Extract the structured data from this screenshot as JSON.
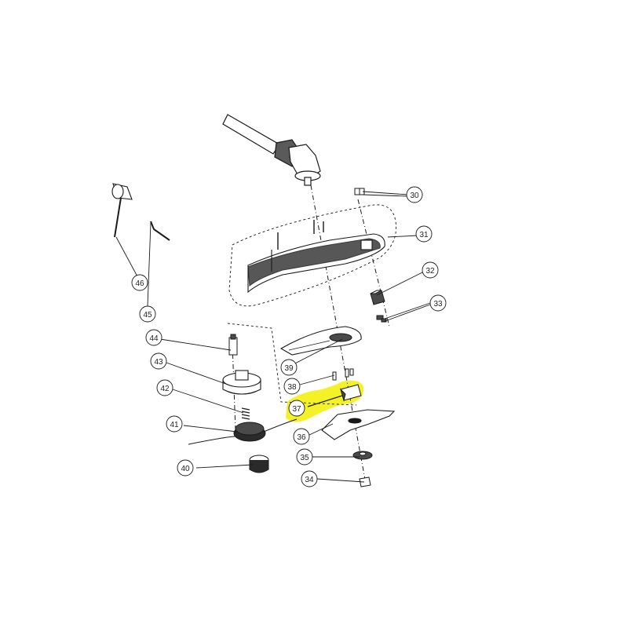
{
  "colors": {
    "line": "#1a1a1a",
    "part_fill": "#ffffff",
    "part_shade": "#4a4a4a",
    "highlight": "#f2f000"
  },
  "highlighted_part": "37",
  "callouts": [
    {
      "id": "callout-30",
      "label": "30"
    },
    {
      "id": "callout-31",
      "label": "31"
    },
    {
      "id": "callout-32",
      "label": "32"
    },
    {
      "id": "callout-33",
      "label": "33"
    },
    {
      "id": "callout-34",
      "label": "34"
    },
    {
      "id": "callout-35",
      "label": "35"
    },
    {
      "id": "callout-36",
      "label": "36"
    },
    {
      "id": "callout-37",
      "label": "37"
    },
    {
      "id": "callout-38",
      "label": "38"
    },
    {
      "id": "callout-39",
      "label": "39"
    },
    {
      "id": "callout-40",
      "label": "40"
    },
    {
      "id": "callout-41",
      "label": "41"
    },
    {
      "id": "callout-42",
      "label": "42"
    },
    {
      "id": "callout-43",
      "label": "43"
    },
    {
      "id": "callout-44",
      "label": "44"
    },
    {
      "id": "callout-45",
      "label": "45"
    },
    {
      "id": "callout-46",
      "label": "46"
    }
  ]
}
